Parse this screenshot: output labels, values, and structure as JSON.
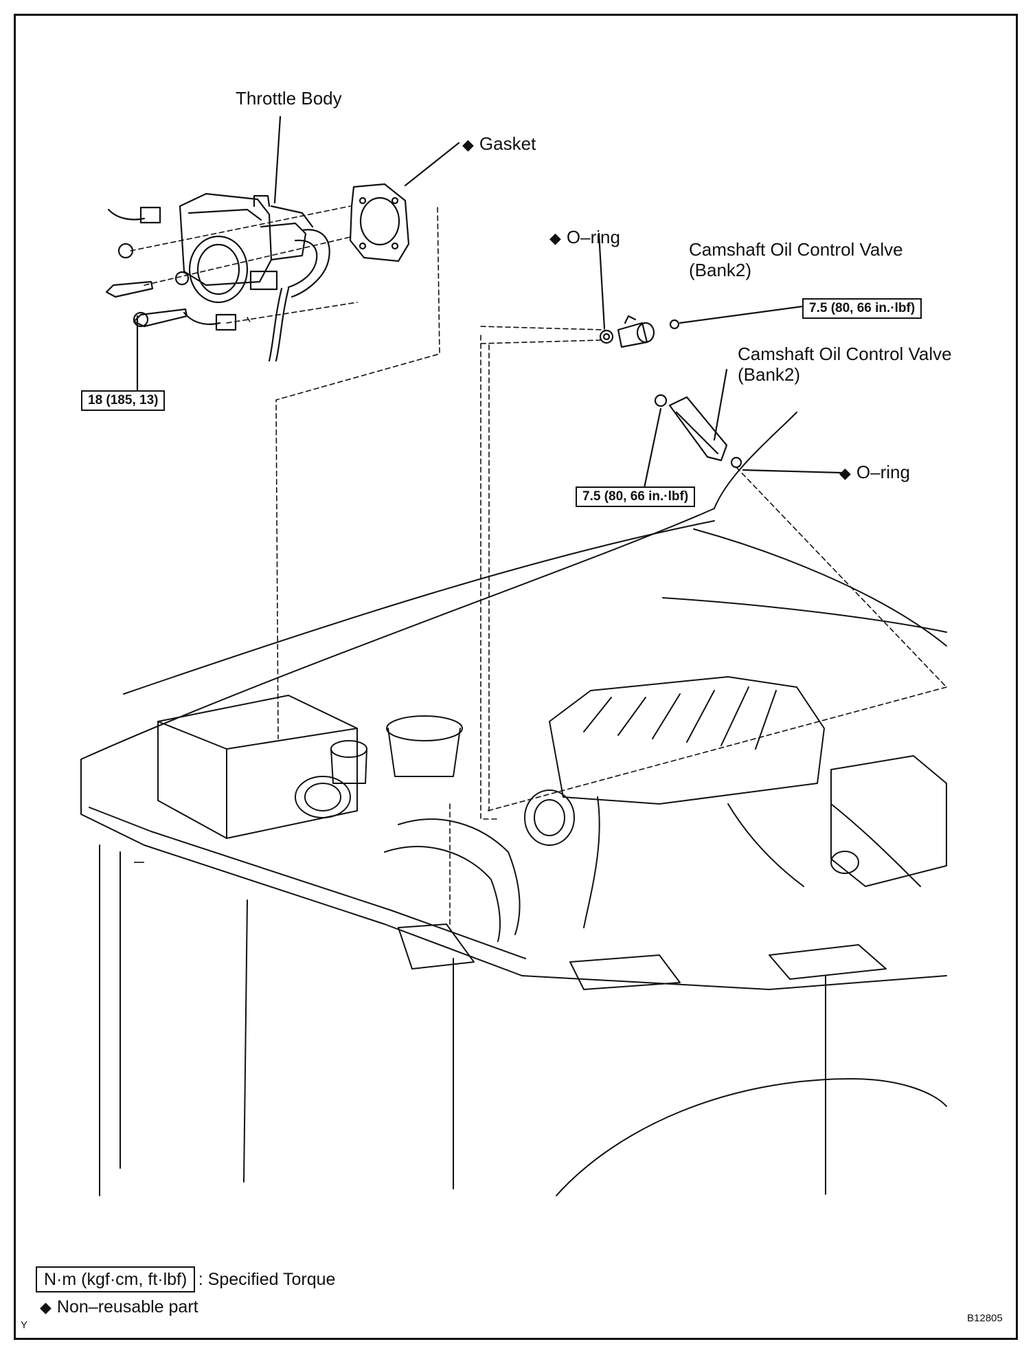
{
  "labels": {
    "throttle_body": "Throttle Body",
    "gasket": "Gasket",
    "oring_upper": "O–ring",
    "cam_valve_upper_line1": "Camshaft Oil Control Valve",
    "cam_valve_upper_line2": "(Bank2)",
    "cam_valve_lower_line1": "Camshaft Oil Control Valve",
    "cam_valve_lower_line2": "(Bank2)",
    "oring_lower": "O–ring"
  },
  "torques": {
    "throttle_bolt": "18 (185, 13)",
    "cam_valve_upper_bolt": "7.5 (80, 66 in.·lbf)",
    "cam_valve_lower_bolt": "7.5 (80, 66 in.·lbf)"
  },
  "legend": {
    "torque_box": "N·m (kgf·cm, ft·lbf)",
    "torque_desc": ": Specified Torque",
    "nonreusable": "Non–reusable part"
  },
  "corner": {
    "left": "Y",
    "code": "B12805"
  },
  "icons": {
    "nonreusable_mark": "diamond-icon"
  }
}
